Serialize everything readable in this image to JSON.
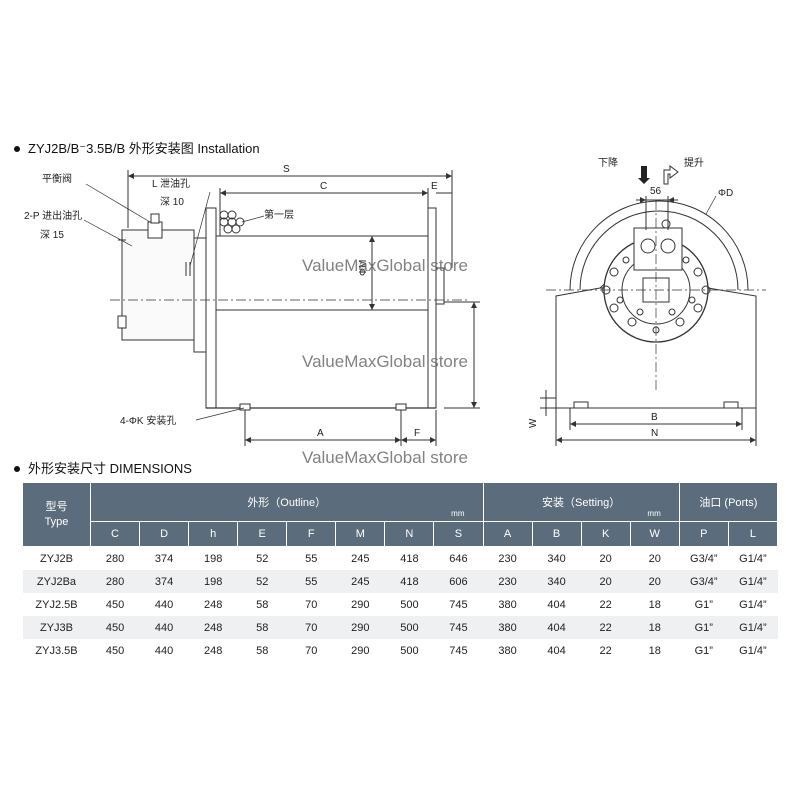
{
  "section1_title": "ZYJ2B/B⁻3.5B/B  外形安装图 Installation",
  "section2_title": "外形安装尺寸 DIMENSIONS",
  "watermark": "ValueMaxGlobal store",
  "drawing_labels": {
    "balance_valve": "平衡阀",
    "l_drain": "L 泄油孔",
    "depth10": "深 10",
    "ports_2p": "2-P 进出油孔",
    "depth15": "深 15",
    "first_layer": "第一层",
    "S": "S",
    "C": "C",
    "E": "E",
    "phiM": "ΦM",
    "mount_holes": "4-ΦK 安装孔",
    "A": "A",
    "F": "F",
    "lower": "下降",
    "raise": "提升",
    "d56": "56",
    "phiD": "ΦD",
    "B": "B",
    "N": "N",
    "W": "W"
  },
  "table": {
    "type_header": [
      "型号",
      "Type"
    ],
    "group_outline": "外形（Outline）",
    "group_setting": "安装（Setting）",
    "group_ports": "油口 (Ports)",
    "unit": "mm",
    "columns": [
      "C",
      "D",
      "h",
      "E",
      "F",
      "M",
      "N",
      "S",
      "A",
      "B",
      "K",
      "W",
      "P",
      "L"
    ],
    "rows": [
      [
        "ZYJ2B",
        "280",
        "374",
        "198",
        "52",
        "55",
        "245",
        "418",
        "646",
        "230",
        "340",
        "20",
        "20",
        "G3/4”",
        "G1/4”"
      ],
      [
        "ZYJ2Ba",
        "280",
        "374",
        "198",
        "52",
        "55",
        "245",
        "418",
        "606",
        "230",
        "340",
        "20",
        "20",
        "G3/4”",
        "G1/4”"
      ],
      [
        "ZYJ2.5B",
        "450",
        "440",
        "248",
        "58",
        "70",
        "290",
        "500",
        "745",
        "380",
        "404",
        "22",
        "18",
        "G1”",
        "G1/4”"
      ],
      [
        "ZYJ3B",
        "450",
        "440",
        "248",
        "58",
        "70",
        "290",
        "500",
        "745",
        "380",
        "404",
        "22",
        "18",
        "G1”",
        "G1/4”"
      ],
      [
        "ZYJ3.5B",
        "450",
        "440",
        "248",
        "58",
        "70",
        "290",
        "500",
        "745",
        "380",
        "404",
        "22",
        "18",
        "G1”",
        "G1/4”"
      ]
    ]
  }
}
